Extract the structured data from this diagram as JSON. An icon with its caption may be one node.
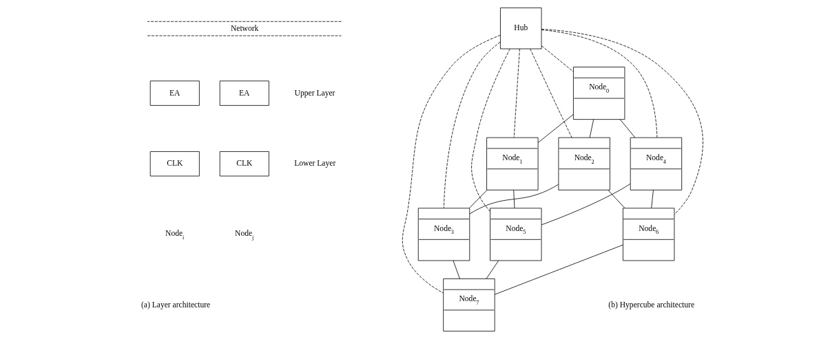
{
  "diagram": {
    "nodes": [
      {
        "text": [
          "Network"
        ]
      },
      {
        "text": [
          "EA"
        ]
      },
      {
        "text": [
          "CLK"
        ]
      },
      {
        "text": [
          "EA"
        ]
      },
      {
        "text": [
          "CLK"
        ]
      },
      {
        "text": [
          "Hub"
        ]
      },
      {
        "text": [
          "Node$_{0}$"
        ]
      },
      {
        "text": [
          "Node$_{1}$"
        ]
      },
      {
        "text": [
          "Node$_{2}$"
        ]
      },
      {
        "text": [
          "Node$_{3}$"
        ]
      },
      {
        "text": [
          "Node$_{4}$"
        ]
      },
      {
        "text": [
          "Node$_{5}$"
        ]
      },
      {
        "text": [
          "Node$_{6}$"
        ]
      },
      {
        "text": [
          "Node$_{7}$"
        ]
      }
    ],
    "edges": [
      {
        "from": 6,
        "to": 7,
        "arrow": "none"
      },
      {
        "from": 6,
        "to": 8,
        "arrow": "none"
      },
      {
        "from": 6,
        "to": 10,
        "arrow": "none"
      },
      {
        "from": 7,
        "to": 9,
        "arrow": "none"
      },
      {
        "from": 7,
        "to": 11,
        "arrow": "none"
      },
      {
        "from": 8,
        "to": 9,
        "arrow": "none"
      },
      {
        "from": 8,
        "to": 12,
        "arrow": "none"
      },
      {
        "from": 9,
        "to": 13,
        "arrow": "none"
      },
      {
        "from": 10,
        "to": 11,
        "arrow": "none"
      },
      {
        "from": 10,
        "to": 12,
        "arrow": "none"
      },
      {
        "from": 11,
        "to": 13,
        "arrow": "none"
      },
      {
        "from": 12,
        "to": 13,
        "arrow": "none"
      },
      {
        "from": 5,
        "to": 6,
        "arrow": "none",
        "style": "dashed"
      },
      {
        "from": 5,
        "to": 7,
        "arrow": "none",
        "style": "dashed"
      },
      {
        "from": 5,
        "to": 8,
        "arrow": "none",
        "style": "dashed"
      },
      {
        "from": 5,
        "to": 9,
        "arrow": "none",
        "style": "dashed"
      },
      {
        "from": 5,
        "to": 10,
        "arrow": "none",
        "style": "dashed"
      },
      {
        "from": 5,
        "to": 11,
        "arrow": "none",
        "style": "dashed"
      },
      {
        "from": 5,
        "to": 12,
        "arrow": "none",
        "style": "dashed"
      },
      {
        "from": 5,
        "to": 13,
        "arrow": "none",
        "style": "dashed"
      }
    ],
    "labels": [
      "Upper Layer",
      "Lower Layer",
      "Node$_{i}$",
      "Node$_{j}$",
      "(a) Layer architecture",
      "(b) Hypercube architecture"
    ]
  }
}
